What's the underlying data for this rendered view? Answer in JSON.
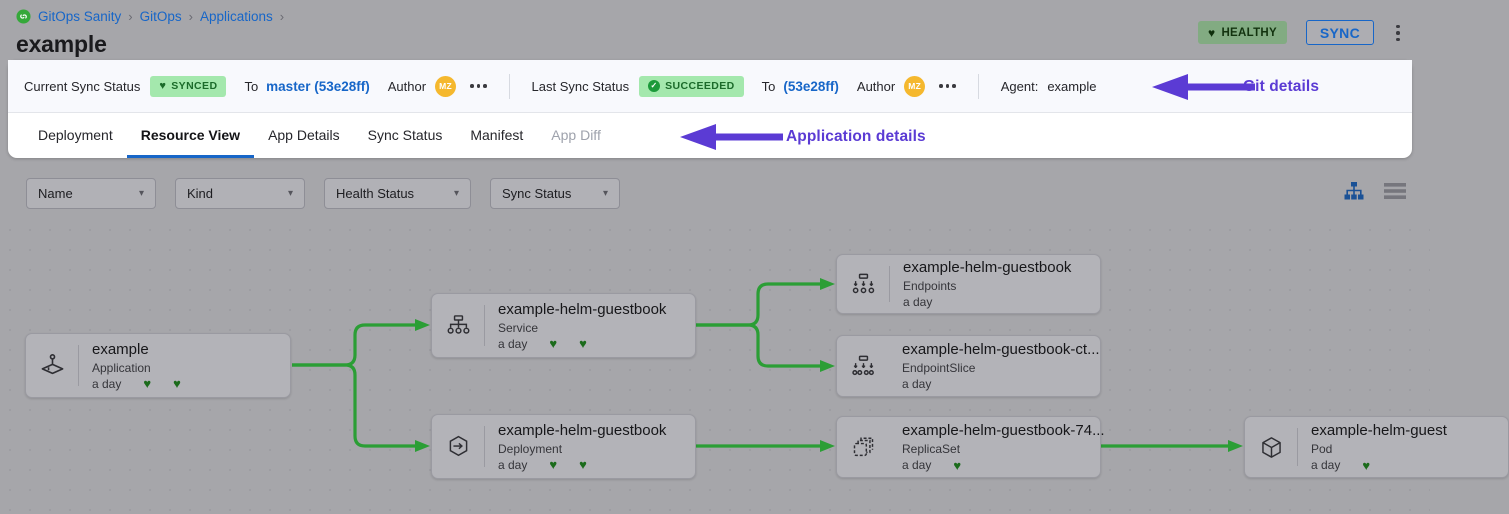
{
  "breadcrumb": {
    "logo_icon": "gitops-logo-icon",
    "items": [
      {
        "label": "GitOps Sanity"
      },
      {
        "label": "GitOps"
      },
      {
        "label": "Applications"
      }
    ],
    "separator": "›"
  },
  "header": {
    "title": "example",
    "health_badge": {
      "label": "HEALTHY",
      "icon": "♥",
      "bg": "#82ab82",
      "fg": "#13330f"
    },
    "sync_button": {
      "label": "SYNC",
      "color": "#1766c8"
    },
    "overflow_menu": "kebab-menu-icon"
  },
  "sync_bar": {
    "current": {
      "label": "Current Sync Status",
      "status": "SYNCED",
      "status_icon": "♥",
      "to_label": "To",
      "revision": "master (53e28ff)",
      "author_label": "Author",
      "author_initials": "MZ"
    },
    "last": {
      "label": "Last Sync Status",
      "status": "SUCCEEDED",
      "status_icon": "✓",
      "to_label": "To",
      "revision": "(53e28ff)",
      "author_label": "Author",
      "author_initials": "MZ"
    },
    "agent": {
      "label": "Agent:",
      "value": "example"
    }
  },
  "tabs": [
    {
      "label": "Deployment",
      "state": "normal"
    },
    {
      "label": "Resource View",
      "state": "active"
    },
    {
      "label": "App Details",
      "state": "normal"
    },
    {
      "label": "Sync Status",
      "state": "normal"
    },
    {
      "label": "Manifest",
      "state": "normal"
    },
    {
      "label": "App Diff",
      "state": "dim"
    }
  ],
  "annotations": [
    {
      "text": "Git details",
      "color": "#5b3bd4",
      "arrow": "left-arrow-icon"
    },
    {
      "text": "Application details",
      "color": "#5b3bd4",
      "arrow": "left-arrow-icon"
    }
  ],
  "filters": [
    {
      "label": "Name"
    },
    {
      "label": "Kind"
    },
    {
      "label": "Health Status"
    },
    {
      "label": "Sync Status"
    }
  ],
  "view_toggle": {
    "tree": {
      "icon": "tree-view-icon",
      "active": true,
      "color": "#1a5196"
    },
    "list": {
      "icon": "list-view-icon",
      "active": false,
      "color": "#76767d"
    }
  },
  "graph": {
    "nodes": [
      {
        "id": "app",
        "title": "example",
        "kind": "Application",
        "age": "a day",
        "hearts": 2,
        "icon": "application-icon"
      },
      {
        "id": "service",
        "title": "example-helm-guestbook",
        "kind": "Service",
        "age": "a day",
        "hearts": 2,
        "icon": "service-icon"
      },
      {
        "id": "endpoints",
        "title": "example-helm-guestbook",
        "kind": "Endpoints",
        "age": "a day",
        "hearts": 0,
        "icon": "endpoints-icon"
      },
      {
        "id": "epslice",
        "title": "example-helm-guestbook-ct...",
        "kind": "EndpointSlice",
        "age": "a day",
        "hearts": 0,
        "icon": "endpointslice-icon"
      },
      {
        "id": "deploy",
        "title": "example-helm-guestbook",
        "kind": "Deployment",
        "age": "a day",
        "hearts": 2,
        "icon": "deployment-icon"
      },
      {
        "id": "replica",
        "title": "example-helm-guestbook-74...",
        "kind": "ReplicaSet",
        "age": "a day",
        "hearts": 1,
        "icon": "replicaset-icon"
      },
      {
        "id": "pod",
        "title": "example-helm-guest",
        "kind": "Pod",
        "age": "a day",
        "hearts": 1,
        "icon": "pod-icon"
      }
    ],
    "edge_color": "#2b9e35",
    "heart_symbol": "♥"
  }
}
